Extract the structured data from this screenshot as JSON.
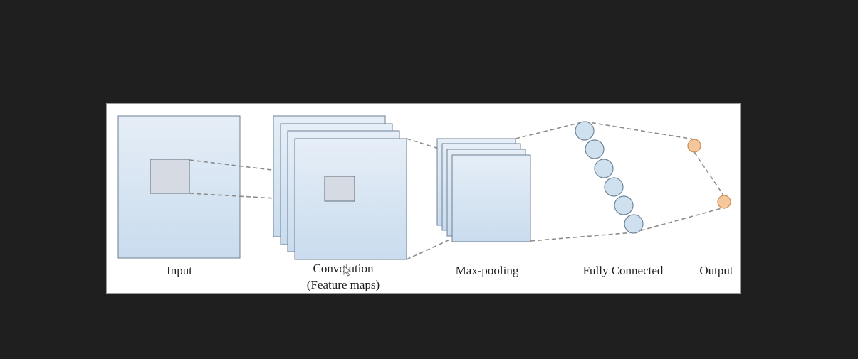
{
  "figure": {
    "labels": {
      "input": "Input",
      "convolution": "Convolution",
      "feature_maps": "(Feature maps)",
      "max_pooling": "Max-pooling",
      "fully_connected": "Fully Connected",
      "output": "Output"
    },
    "counts": {
      "conv_feature_maps": 4,
      "pooled_maps": 4,
      "fully_connected_nodes": 6,
      "output_nodes": 2
    },
    "colors": {
      "background": "#1f1f1f",
      "panel": "#ffffff",
      "map_fill_top": "#e6eef7",
      "map_fill_bottom": "#c9dcee",
      "patch_fill": "#d6dae3",
      "fc_node": "#cfe0ef",
      "output_node": "#f6c79a",
      "connector": "#8c8c8c"
    }
  }
}
